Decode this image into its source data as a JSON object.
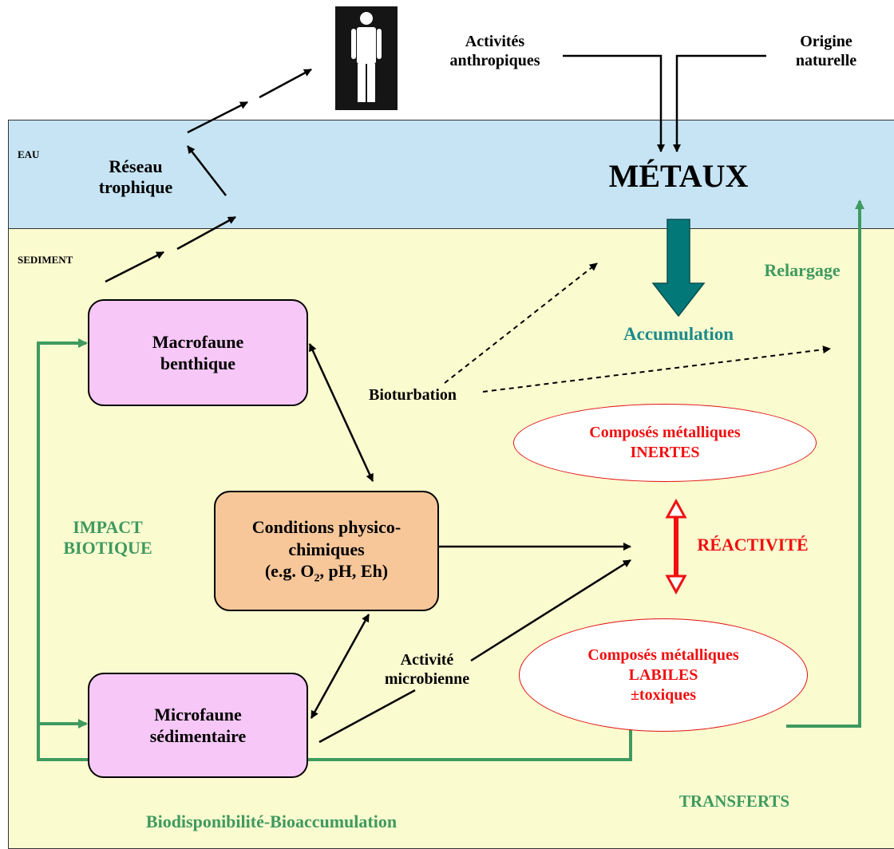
{
  "zones": {
    "water": "EAU",
    "sediment": "SEDIMENT"
  },
  "top": {
    "anthropic": "Activités\nanthropiques",
    "natural": "Origine\nnaturelle"
  },
  "human_icon": "person-icon",
  "metals": "MÉTAUX",
  "trophic": "Réseau\ntrophique",
  "relargage": "Relargage",
  "accumulation": "Accumulation",
  "bioturbation": "Bioturbation",
  "macrofauna": "Macrofaune\nbenthique",
  "microfauna": "Microfaune\nsédimentaire",
  "conditions": {
    "line1": "Conditions physico-",
    "line2": "chimiques",
    "line3_pre": "(e.g. O",
    "sub": "2",
    "line3_post": ", pH, Eh)"
  },
  "inert": "Composés métalliques\nINERTES",
  "labile": "Composés métalliques\nLABILES\n±toxiques",
  "reactivity": "RÉACTIVITÉ",
  "impact": "IMPACT\nBIOTIQUE",
  "microbial": "Activité\nmicrobienne",
  "transfers": "TRANSFERTS",
  "bioavailability": "Biodisponibilité-Bioaccumulation",
  "colors": {
    "water": "#c6e4f4",
    "sediment": "#fbfbd0",
    "green": "#3f9a5f",
    "teal": "#1b7f7f",
    "red": "#f01010",
    "pink": "#f7c8f7",
    "orange": "#f7c79a"
  }
}
